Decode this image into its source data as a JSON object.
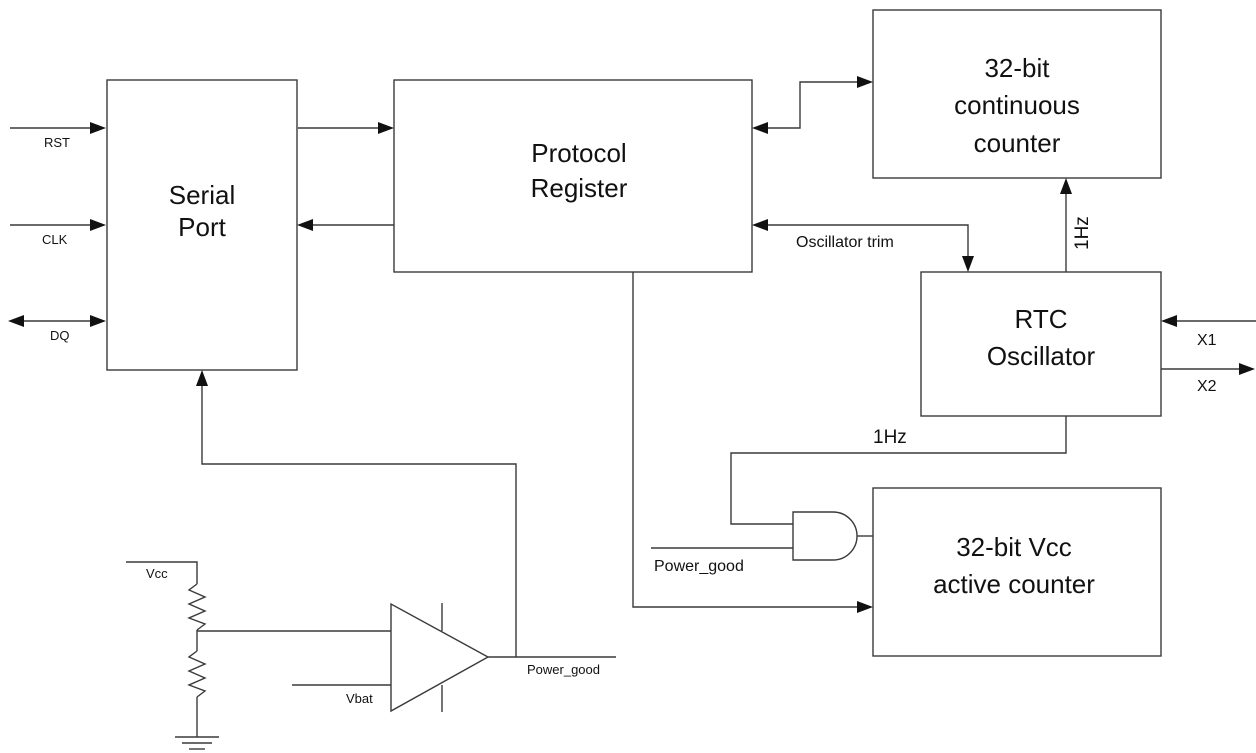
{
  "blocks": {
    "serial_port": [
      "Serial",
      "Port"
    ],
    "protocol_register": [
      "Protocol",
      "Register"
    ],
    "continuous_counter": [
      "32-bit",
      "continuous",
      "counter"
    ],
    "rtc_oscillator": [
      "RTC",
      "Oscillator"
    ],
    "active_counter": [
      "32-bit Vcc",
      "active counter"
    ]
  },
  "pins": {
    "rst": "RST",
    "clk": "CLK",
    "dq": "DQ",
    "x1": "X1",
    "x2": "X2",
    "vcc": "Vcc",
    "vbat": "Vbat"
  },
  "signals": {
    "oscillator_trim": "Oscillator trim",
    "clock_1hz_vertical": "1Hz",
    "clock_1hz_horizontal": "1Hz",
    "power_good_gate": "Power_good",
    "power_good_comparator": "Power_good"
  }
}
